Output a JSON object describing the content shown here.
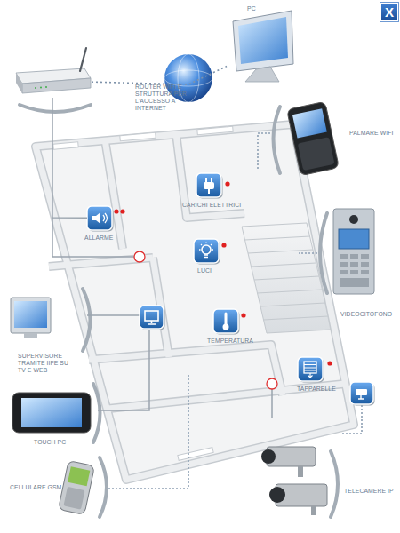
{
  "diagram": {
    "nodes": [
      {
        "text": [
          "PC"
        ]
      },
      {
        "text": [
          "ROUTER WIFI E STRUTTURA PER L'ACCESSO A INTERNET"
        ]
      },
      {
        "text": [
          "PALMARE WIFI"
        ]
      },
      {
        "text": [
          "CARICHI ELETTRICI"
        ]
      },
      {
        "text": [
          "ALLARME"
        ]
      },
      {
        "text": [
          "LUCI"
        ]
      },
      {
        "text": [
          "VIDEOCITOFONO"
        ]
      },
      {
        "text": [
          "SUPERVISORE TRAMITE IIFE SU TV E WEB"
        ]
      },
      {
        "text": [
          "TEMPERATURA"
        ]
      },
      {
        "text": [
          "TAPPARELLE"
        ]
      },
      {
        "text": [
          "TOUCH PC"
        ]
      },
      {
        "text": [
          "CELLULARE GSM"
        ]
      },
      {
        "text": [
          "TELECAMERE IP"
        ]
      }
    ],
    "edges": [
      {
        "from": 1,
        "to": 0,
        "arrow": "none"
      },
      {
        "from": 1,
        "to": 4,
        "arrow": "none"
      }
    ],
    "labels": [
      "X"
    ]
  }
}
